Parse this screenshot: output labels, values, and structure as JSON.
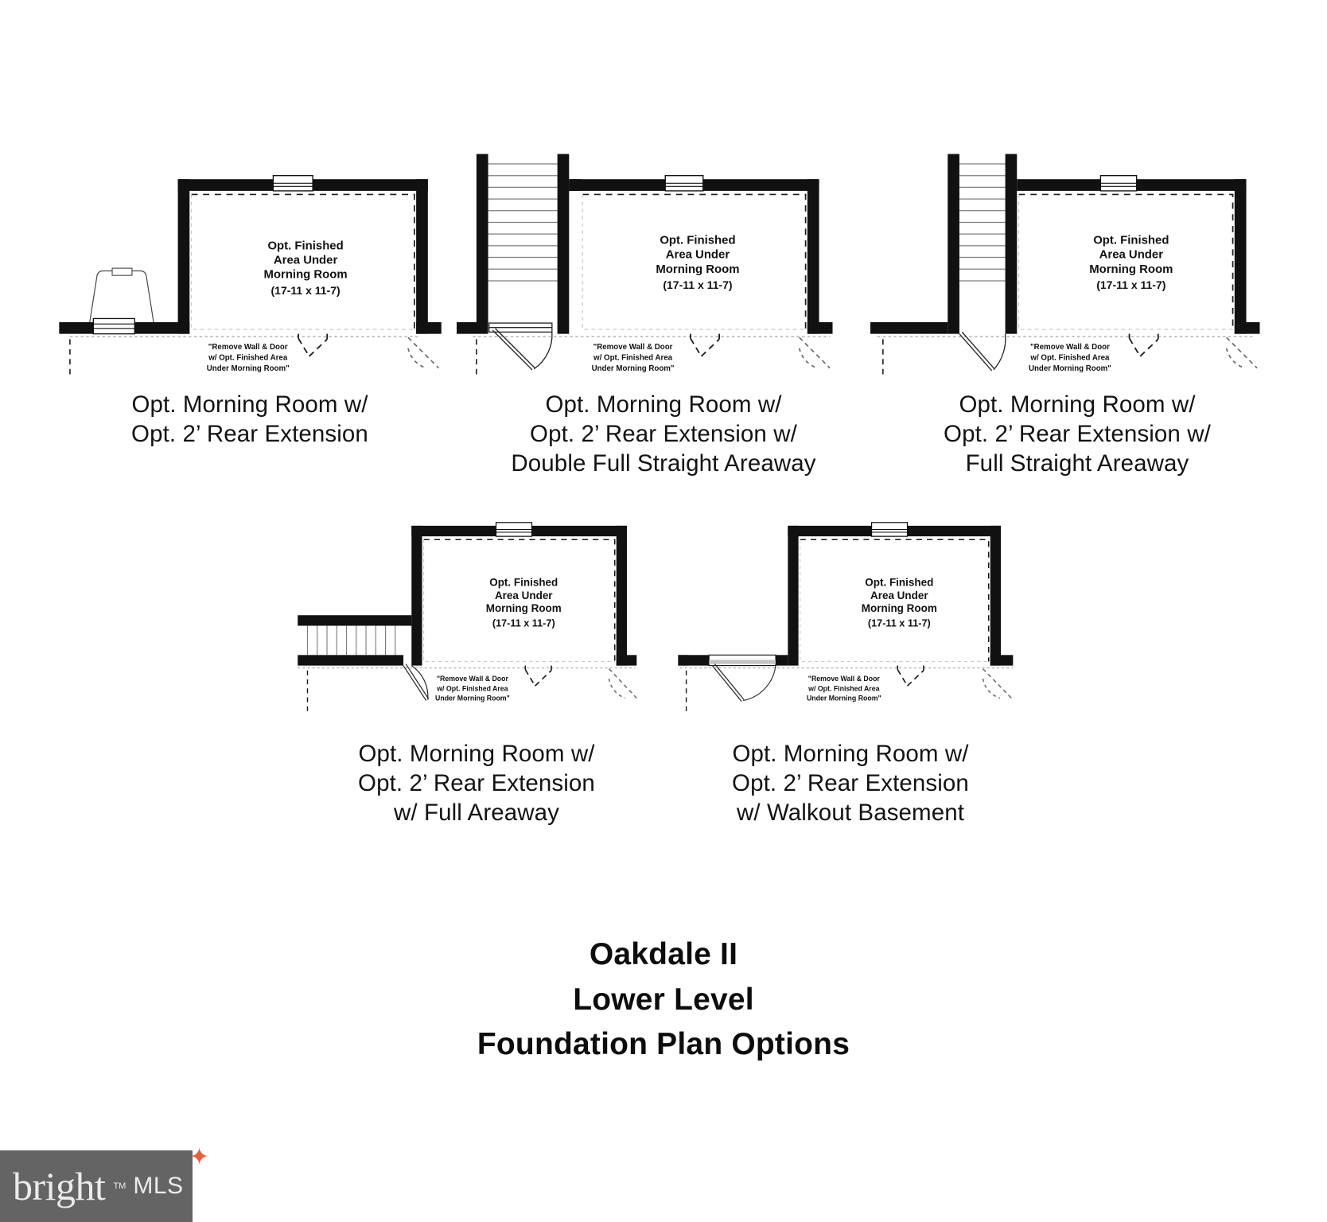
{
  "document": {
    "type": "floor-plan-sheet",
    "title_lines": [
      "Oakdale II",
      "Lower Level",
      "Foundation Plan Options"
    ]
  },
  "room_label": {
    "line1": "Opt. Finished",
    "line2": "Area Under",
    "line3": "Morning Room",
    "dimensions": "(17-11 x 11-7)"
  },
  "wall_note": {
    "line1": "\"Remove Wall & Door",
    "line2": "w/ Opt. Finished Area",
    "line3": "Under Morning Room\""
  },
  "plans": [
    {
      "id": "plan-1",
      "caption": [
        "Opt. Morning Room w/",
        "Opt. 2’ Rear Extension"
      ],
      "feature": "window-well",
      "row": "top"
    },
    {
      "id": "plan-2",
      "caption": [
        "Opt. Morning Room w/",
        "Opt. 2’ Rear Extension w/",
        "Double Full Straight Areaway"
      ],
      "feature": "double-full-straight-areaway",
      "row": "top"
    },
    {
      "id": "plan-3",
      "caption": [
        "Opt. Morning Room w/",
        "Opt. 2’ Rear Extension w/",
        "Full Straight Areaway"
      ],
      "feature": "full-straight-areaway",
      "row": "top"
    },
    {
      "id": "plan-4",
      "caption": [
        "Opt. Morning Room w/",
        "Opt. 2’ Rear Extension",
        "w/ Full Areaway"
      ],
      "feature": "full-areaway",
      "row": "bottom"
    },
    {
      "id": "plan-5",
      "caption": [
        "Opt. Morning Room w/",
        "Opt. 2’ Rear Extension",
        "w/ Walkout Basement"
      ],
      "feature": "walkout-basement",
      "row": "bottom"
    }
  ],
  "watermark": {
    "brand": "bright",
    "tm": "TM",
    "suffix": "MLS",
    "background": "#646464",
    "accent": "#e8613c",
    "text_color": "#eceaea"
  },
  "colors": {
    "wall": "#111111",
    "paper": "#ffffff",
    "text": "#121212"
  }
}
